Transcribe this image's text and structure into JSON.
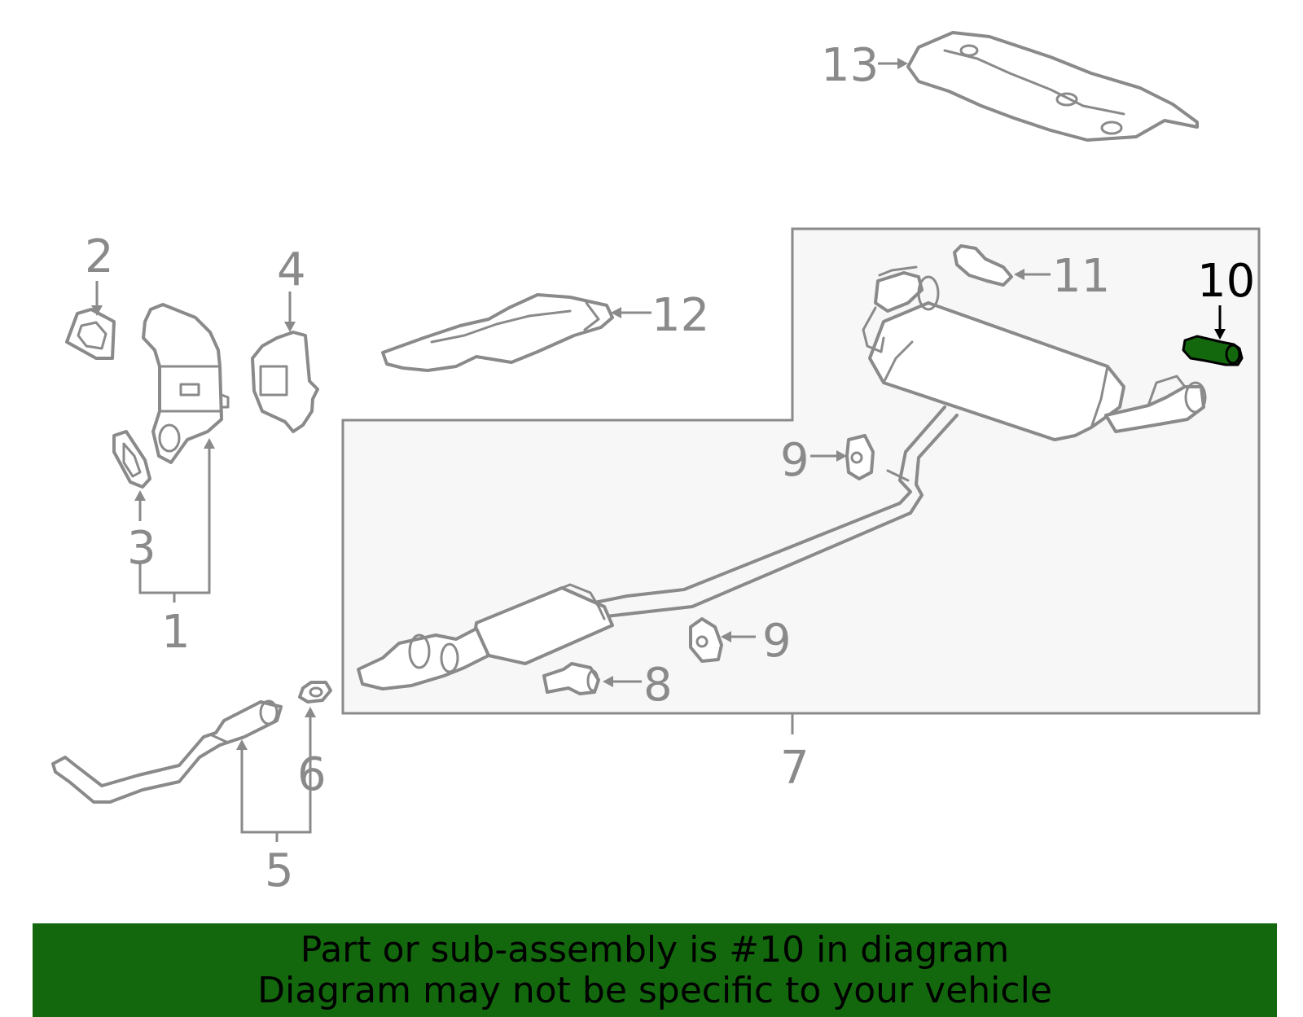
{
  "callouts": {
    "c1": "1",
    "c2": "2",
    "c3": "3",
    "c4": "4",
    "c5": "5",
    "c6": "6",
    "c7": "7",
    "c8": "8",
    "c9a": "9",
    "c9b": "9",
    "c10": "10",
    "c11": "11",
    "c12": "12",
    "c13": "13"
  },
  "highlighted_part": "10",
  "banner": {
    "line1": "Part or sub-assembly is #10 in diagram",
    "line2": "Diagram may not be specific to your vehicle"
  },
  "colors": {
    "highlight": "#13680e",
    "line": "#8a8a8a",
    "panel": "#f7f7f7"
  }
}
